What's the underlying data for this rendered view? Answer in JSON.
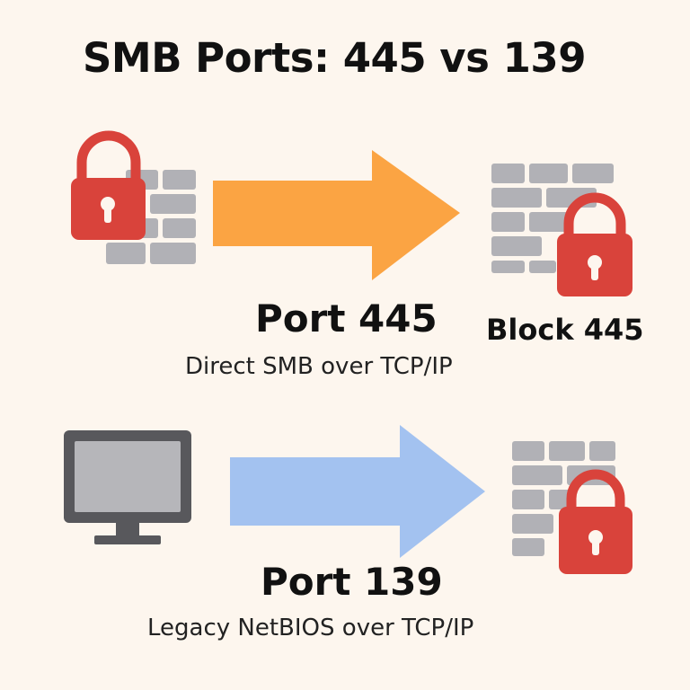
{
  "title": "SMB Ports: 445 vs 139",
  "flows": [
    {
      "port_label": "Port 445",
      "description": "Direct SMB over TCP/IP",
      "action_label": "Block 445",
      "source_icon": "locked-firewall-icon",
      "arrow_color": "#fba443",
      "target_icon": "locked-firewall-icon"
    },
    {
      "port_label": "Port 139",
      "description": "Legacy NetBIOS over TCP/IP",
      "source_icon": "computer-monitor-icon",
      "arrow_color": "#a3c2f0",
      "target_icon": "locked-firewall-icon"
    }
  ],
  "colors": {
    "background": "#fdf6ee",
    "lock_red": "#d9433b",
    "brick_gray": "#b1b1b6",
    "monitor_dark": "#58585c",
    "monitor_screen": "#b6b6ba"
  }
}
